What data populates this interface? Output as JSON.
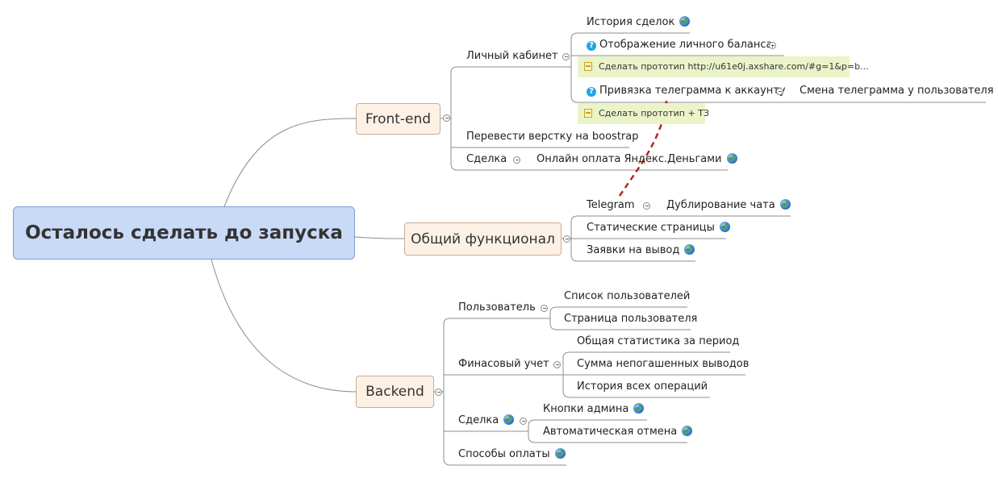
{
  "root": {
    "label": "Осталось сделать до запуска"
  },
  "frontend": {
    "label": "Front-end",
    "cabinet": {
      "label": "Личный кабинет",
      "history": "История сделок",
      "balance": "Отображение личного баланса",
      "balance_note": "Сделать прототип http://u61e0j.axshare.com/#g=1&p=b...",
      "telegram_link": "Привязка телеграмма к аккаунту",
      "telegram_change": "Смена телеграмма у пользователя",
      "telegram_note": "Сделать прототип + ТЗ"
    },
    "bootstrap": "Перевести верстку на boostrap",
    "deal": {
      "label": "Сделка",
      "payment": "Онлайн оплата Яндекс.Деньгами"
    }
  },
  "common": {
    "label": "Общий функционал",
    "telegram": "Telegram",
    "chat_dup": "Дублирование чата",
    "static_pages": "Статические страницы",
    "withdrawals": "Заявки на вывод"
  },
  "backend": {
    "label": "Backend",
    "user": {
      "label": "Пользователь",
      "list": "Список пользователей",
      "page": "Страница пользователя"
    },
    "finance": {
      "label": "Финасовый учет",
      "stats": "Общая статистика за период",
      "unpaid": "Сумма непогашенных выводов",
      "history": "История всех операций"
    },
    "deal": {
      "label": "Сделка",
      "admin_buttons": "Кнопки админа",
      "auto_cancel": "Автоматическая отмена"
    },
    "payment_methods": "Способы оплаты"
  },
  "colors": {
    "root_fill": "#c9daf7",
    "main_fill": "#fdf1e6",
    "note_fill": "#eaf4c8",
    "relation_arrow": "#b02a1e",
    "line": "#8c8c8c"
  },
  "icons": [
    "globe-icon",
    "question-icon",
    "note-icon",
    "collapse-icon",
    "expand-icon"
  ]
}
